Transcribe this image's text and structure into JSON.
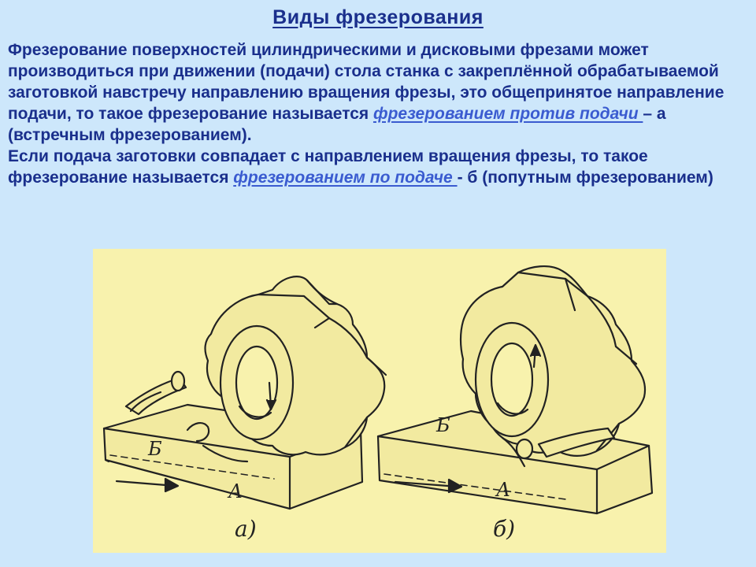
{
  "title": "Виды фрезерования",
  "paragraph1": {
    "text": "Фрезерование поверхностей цилиндрическими и дисковыми фрезами может производиться при движении (подачи) стола станка с закреплённой обрабатываемой заготовкой навстречу направлению вращения фрезы, это общепринятое направление подачи, то  такое фрезерование называется ",
    "term": "фрезерованием против подачи ",
    "after": "– а (встречным фрезерованием)."
  },
  "paragraph2": {
    "text": "Если подача заготовки совпадает с направлением вращения  фрезы, то такое фрезерование называется ",
    "term": "фрезерованием по подаче ",
    "after": "- б (попутным фрезерованием)"
  },
  "figure": {
    "left": {
      "caption": "а)",
      "point_a": "А",
      "point_b": "Б"
    },
    "right": {
      "caption": "б)",
      "point_a": "А",
      "point_b": "Б"
    }
  },
  "colors": {
    "background": "#cde7fb",
    "text": "#1a2f8c",
    "term": "#3a5bd0",
    "figure_background": "#f8f2ad",
    "ink": "#222222"
  }
}
